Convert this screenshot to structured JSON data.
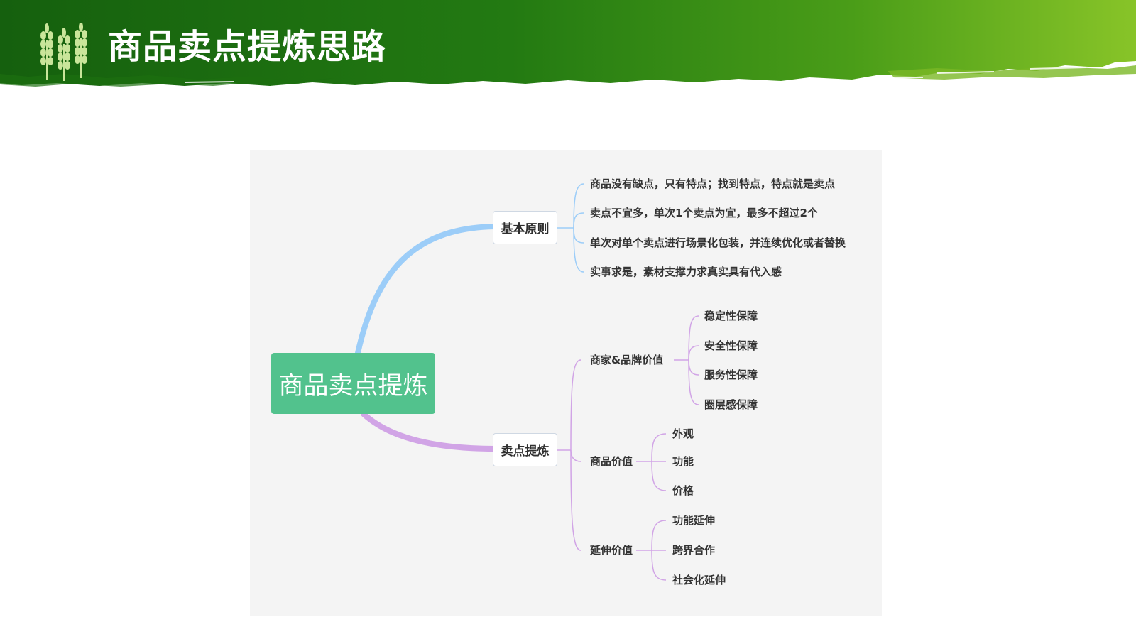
{
  "header": {
    "title": "商品卖点提炼思路",
    "colors": {
      "dark_green": "#176a0f",
      "mid_green": "#3a8f12",
      "light_green": "#86c227",
      "wheat": "#c9e59a"
    },
    "icon": "wheat-icon"
  },
  "mindmap": {
    "root": "商品卖点提炼",
    "branch_principles": {
      "label": "基本原则",
      "color": "#9ccdf8",
      "items": [
        "商品没有缺点，只有特点；找到特点，特点就是卖点",
        "卖点不宜多，单次1个卖点为宜，最多不超过2个",
        "单次对单个卖点进行场景化包装，并连续优化或者替换",
        "实事求是，素材支撑力求真实具有代入感"
      ]
    },
    "branch_extraction": {
      "label": "卖点提炼",
      "color": "#d1a4e6",
      "groups": [
        {
          "label": "商家&品牌价值",
          "items": [
            "稳定性保障",
            "安全性保障",
            "服务性保障",
            "圈层感保障"
          ]
        },
        {
          "label": "商品价值",
          "items": [
            "外观",
            "功能",
            "价格"
          ]
        },
        {
          "label": "延伸价值",
          "items": [
            "功能延伸",
            "跨界合作",
            "社会化延伸"
          ]
        }
      ]
    }
  }
}
